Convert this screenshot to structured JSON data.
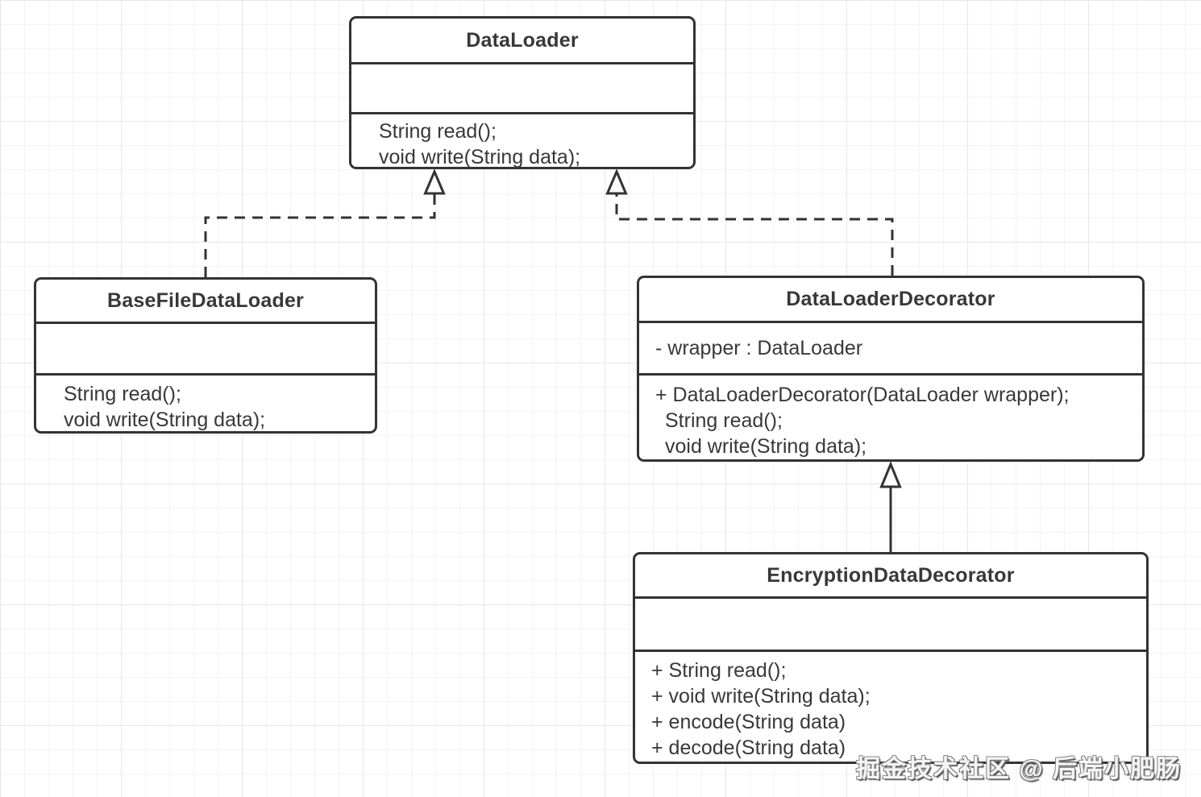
{
  "diagram": {
    "type": "uml-class-diagram",
    "watermark": "掘金技术社区 @ 后端小肥肠",
    "colors": {
      "border": "#333333",
      "text": "#383838",
      "background": "#ffffff",
      "grid_line": "#f3f3f3"
    },
    "classes": [
      {
        "name": "DataLoader",
        "attributes": [],
        "methods": [
          "String read();",
          "void write(String data);"
        ]
      },
      {
        "name": "BaseFileDataLoader",
        "attributes": [],
        "methods": [
          "String read();",
          "void write(String data);"
        ]
      },
      {
        "name": "DataLoaderDecorator",
        "attributes": [
          "- wrapper : DataLoader"
        ],
        "methods": [
          "+ DataLoaderDecorator(DataLoader wrapper);",
          "String read();",
          "void write(String data);"
        ]
      },
      {
        "name": "EncryptionDataDecorator",
        "attributes": [],
        "methods": [
          "+ String read();",
          "+ void write(String data);",
          "+ encode(String data)",
          "+ decode(String data)"
        ]
      }
    ],
    "relationships": [
      {
        "from": "BaseFileDataLoader",
        "to": "DataLoader",
        "type": "realization",
        "line": "dashed",
        "arrow": "hollow-triangle"
      },
      {
        "from": "DataLoaderDecorator",
        "to": "DataLoader",
        "type": "realization",
        "line": "dashed",
        "arrow": "hollow-triangle"
      },
      {
        "from": "EncryptionDataDecorator",
        "to": "DataLoaderDecorator",
        "type": "generalization",
        "line": "solid",
        "arrow": "hollow-triangle"
      }
    ]
  }
}
